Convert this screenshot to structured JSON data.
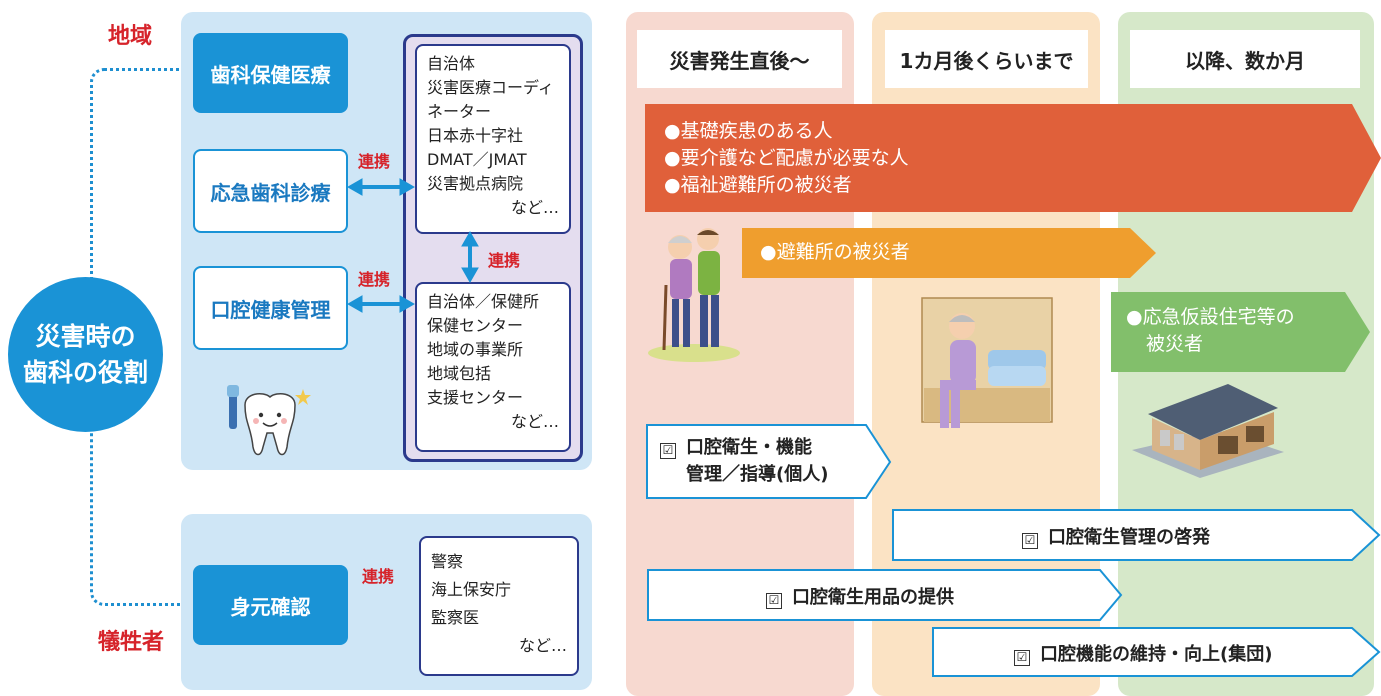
{
  "left": {
    "region_label": "地域",
    "victim_label": "犠牲者",
    "center_circle": [
      "災害時の",
      "歯科の役割"
    ],
    "dental_health_care": "歯科保健医療",
    "emergency_care": "応急歯科診療",
    "oral_health_mgmt": "口腔健康管理",
    "identification": "身元確認",
    "renkei": "連携",
    "org_box1": [
      "自治体",
      "災害医療コーディ",
      "ネーター",
      "日本赤十字社",
      "DMAT／JMAT",
      "災害拠点病院"
    ],
    "org_box2": [
      "自治体／保健所",
      "保健センター",
      "地域の事業所",
      "地域包括",
      "支援センター"
    ],
    "org_box3": [
      "警察",
      "海上保安庁",
      "監察医"
    ],
    "etc": "など…"
  },
  "timeline": {
    "col1": "災害発生直後〜",
    "col2": "1カ月後くらいまで",
    "col3": "以降、数か月",
    "arrow_red": [
      "●基礎疾患のある人",
      "●要介護など配慮が必要な人",
      "●福祉避難所の被災者"
    ],
    "arrow_orange": "●避難所の被災者",
    "arrow_green": [
      "●応急仮設住宅等の",
      "被災者"
    ],
    "check_mark": "☑",
    "task1": [
      "口腔衛生・機能",
      "管理／指導(個人)"
    ],
    "task2": "口腔衛生管理の啓発",
    "task3": "口腔衛生用品の提供",
    "task4": "口腔機能の維持・向上(集団)"
  },
  "colors": {
    "blue": "#1a93d6",
    "navy": "#2b3a8c",
    "red_accent": "#d6232a",
    "col1_bg": "#f7d9d0",
    "col2_bg": "#fbe3c4",
    "col3_bg": "#d6e8c9",
    "arrow_red": "#e0603a",
    "arrow_orange": "#ef9e2e",
    "arrow_green": "#82bf6b"
  }
}
